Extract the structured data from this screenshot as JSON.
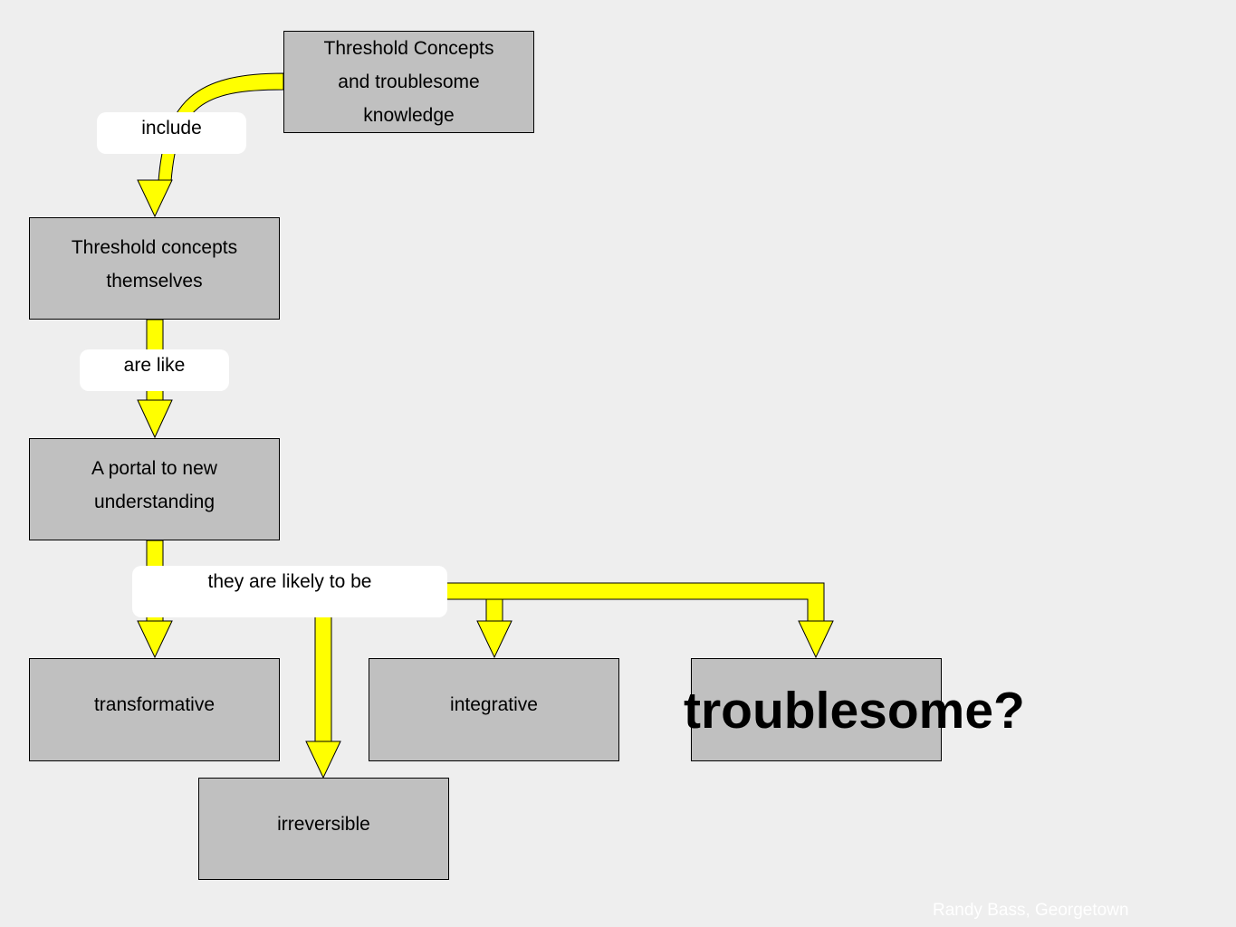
{
  "colors": {
    "background": "#eeeeee",
    "box_fill": "#c0c0c0",
    "arrow_fill": "#ffff00",
    "label_fill": "#ffffff"
  },
  "nodes": {
    "threshold_concepts_knowledge": "Threshold Concepts\nand troublesome\nknowledge",
    "threshold_concepts_themselves": "Threshold concepts\nthemselves",
    "portal": "A portal to new\nunderstanding",
    "transformative": "transformative",
    "integrative": "integrative",
    "irreversible": "irreversible",
    "troublesome_box": ""
  },
  "edge_labels": {
    "include": "include",
    "are_like": "are like",
    "likely_to_be": "they are likely to be"
  },
  "emphasis_text": "troublesome?",
  "credit": "Randy Bass, Georgetown"
}
